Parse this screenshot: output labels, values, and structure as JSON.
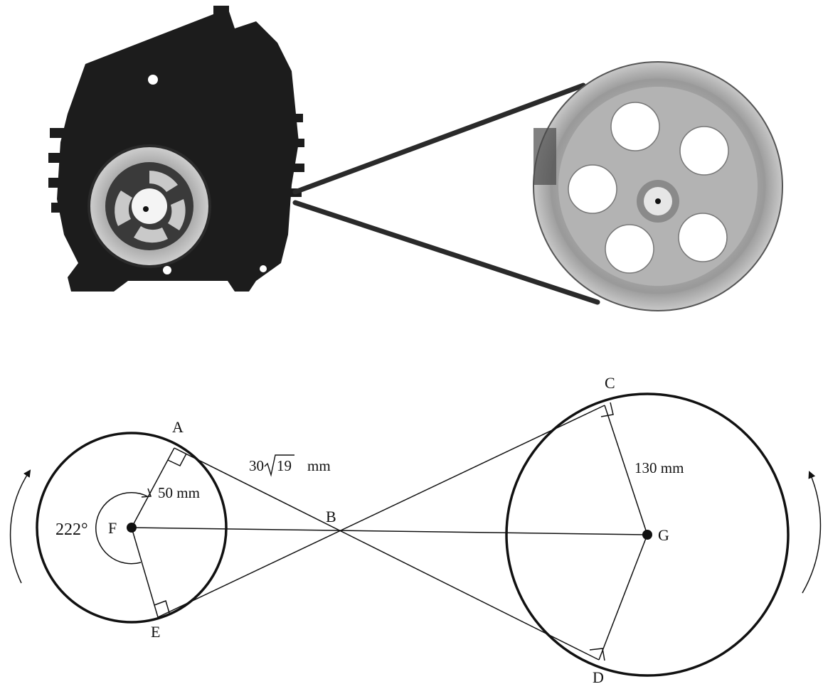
{
  "points": {
    "A": "A",
    "B": "B",
    "C": "C",
    "D": "D",
    "E": "E",
    "F": "F",
    "G": "G"
  },
  "measurements": {
    "small_radius": "50 mm",
    "large_radius": "130 mm",
    "tangent_coefficient": "30",
    "tangent_radicand": "19",
    "tangent_unit": "mm",
    "reflex_angle": "222°"
  },
  "colors": {
    "ink": "#111111",
    "motor_body": "#1c1c1c",
    "pulley_metal": "#b9b9b9",
    "pulley_dark": "#8f8f8f",
    "belt": "#2a2a2a"
  },
  "icons": {
    "motor": "electric-motor-photo",
    "pulley": "large-pulley-photo",
    "rotation": "curved-arrow-icon"
  }
}
